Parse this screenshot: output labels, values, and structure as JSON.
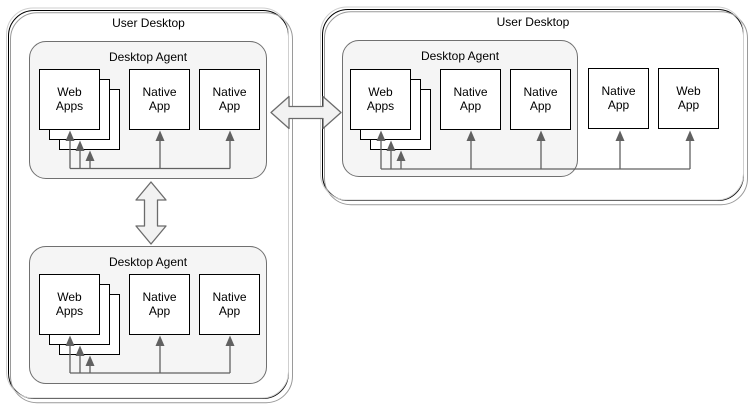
{
  "left_desktop": {
    "title": "User Desktop",
    "agents": [
      {
        "title": "Desktop Agent",
        "apps": [
          "Web\nApps",
          "Native\nApp",
          "Native\nApp"
        ]
      },
      {
        "title": "Desktop Agent",
        "apps": [
          "Web\nApps",
          "Native\nApp",
          "Native\nApp"
        ]
      }
    ]
  },
  "right_desktop": {
    "title": "User Desktop",
    "agent": {
      "title": "Desktop Agent",
      "apps": [
        "Web\nApps",
        "Native\nApp",
        "Native\nApp"
      ]
    },
    "external_apps": [
      "Native\nApp",
      "Web\nApp"
    ]
  },
  "links": [
    {
      "type": "double-arrow",
      "orientation": "vertical",
      "between": [
        "left desktop agent 1",
        "left desktop agent 2"
      ]
    },
    {
      "type": "double-arrow",
      "orientation": "horizontal",
      "between": [
        "left user desktop",
        "right user desktop"
      ]
    }
  ],
  "colors": {
    "desktop_border": "#000000",
    "agent_fill": "#f5f5f5",
    "agent_border": "#707070",
    "app_fill": "#ffffff",
    "app_border": "#000000",
    "connector": "#616161",
    "double_arrow_fill": "#f2f2f2",
    "double_arrow_border": "#6b6b6b"
  }
}
